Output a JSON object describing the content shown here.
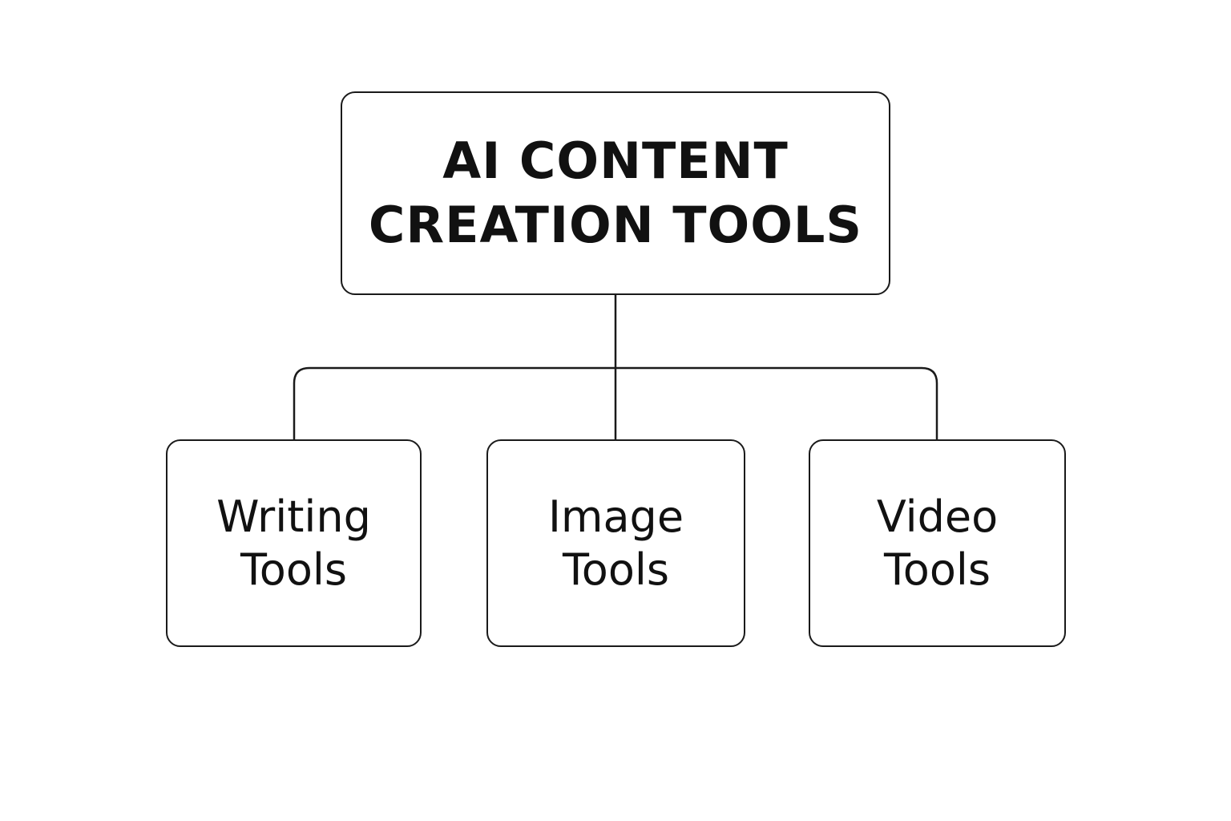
{
  "diagram": {
    "root": {
      "lines": [
        "AI CONTENT",
        "CREATION TOOLS"
      ]
    },
    "children": [
      {
        "lines": [
          "Writing",
          "Tools"
        ]
      },
      {
        "lines": [
          "Image",
          "Tools"
        ]
      },
      {
        "lines": [
          "Video",
          "Tools"
        ]
      }
    ],
    "colors": {
      "stroke": "#1a1a1a",
      "text": "#111111",
      "background": "#ffffff"
    }
  }
}
